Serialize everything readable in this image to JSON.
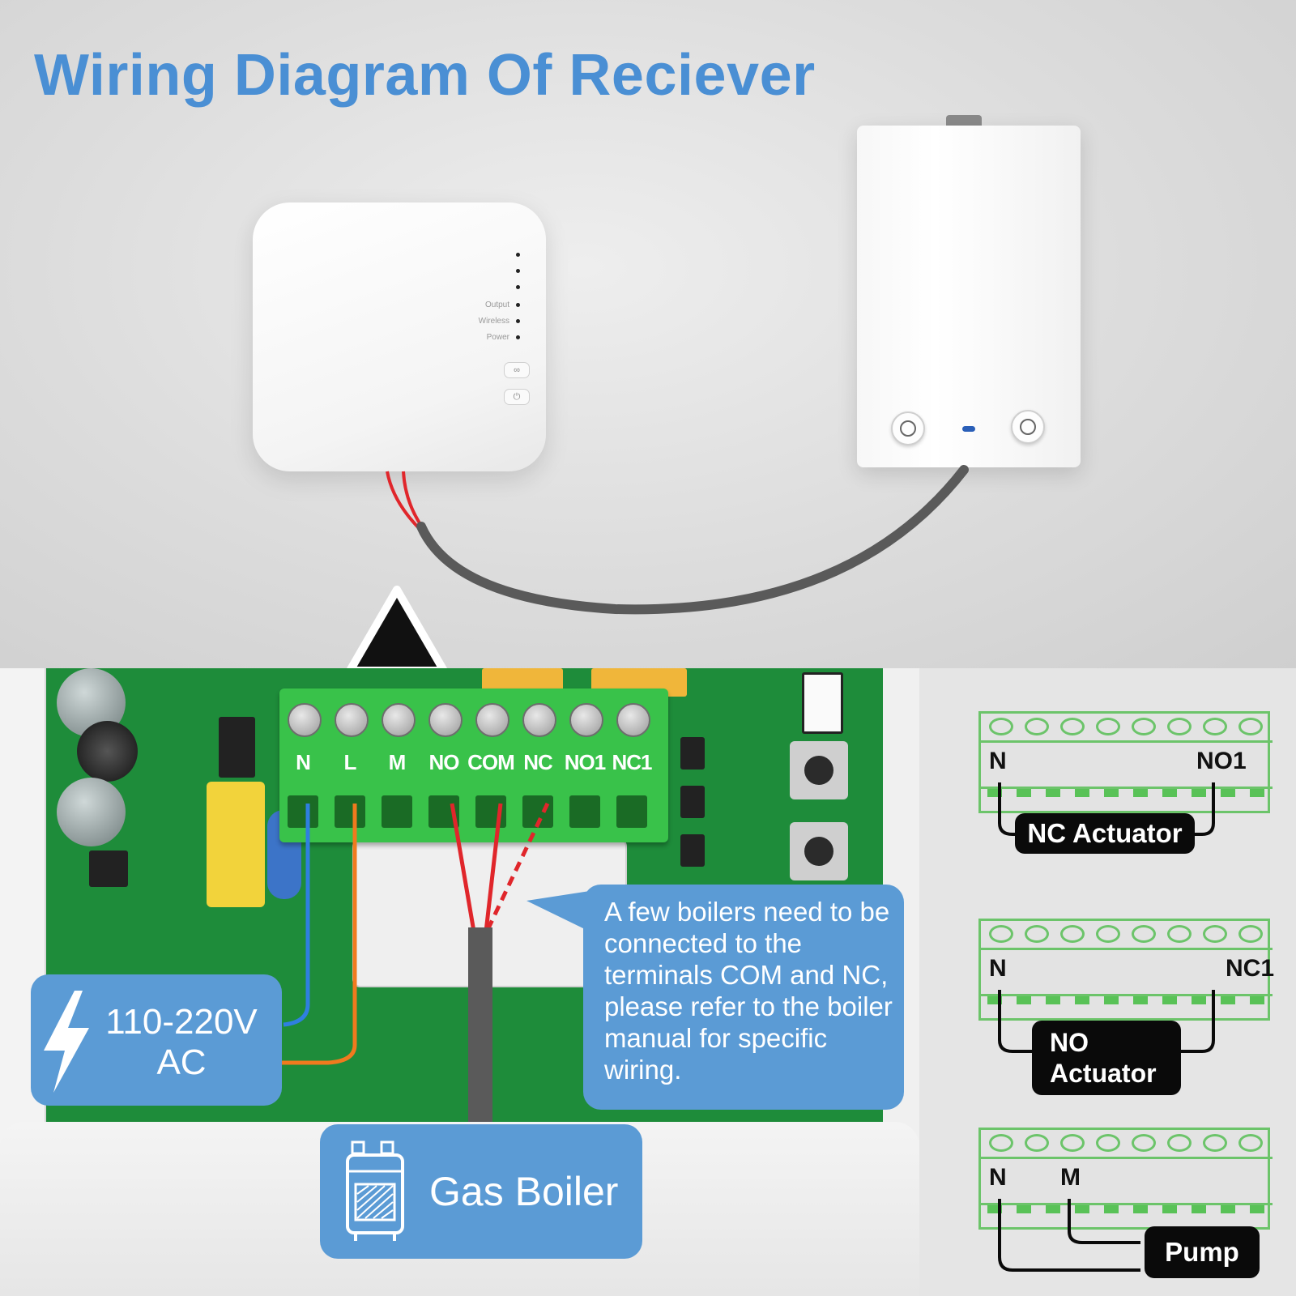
{
  "title": "Wiring Diagram Of Reciever",
  "receiver": {
    "led_labels": [
      "Output",
      "Wireless",
      "Power"
    ],
    "buttons": [
      "pair",
      "power"
    ]
  },
  "terminals": [
    "N",
    "L",
    "M",
    "NO",
    "COM",
    "NC",
    "NO1",
    "NC1"
  ],
  "callouts": {
    "voltage": "110-220V AC",
    "boiler": "Gas Boiler",
    "note": "A few boilers need to be connected to the terminals COM and NC, please refer to the boiler manual for specific wiring."
  },
  "mini_diagrams": [
    {
      "left_label": "N",
      "right_label": "NO1",
      "device": "NC Actuator"
    },
    {
      "left_label": "N",
      "right_label": "NC1",
      "device": "NO Actuator"
    },
    {
      "left_label": "N",
      "right_label": "M",
      "device": "Pump"
    }
  ],
  "colors": {
    "title": "#4a8fd4",
    "callout": "#5b9bd5",
    "terminal_green": "#39c24a",
    "mini_green": "#6cc46a",
    "wire_red": "#e0262b",
    "wire_blue": "#2f7fe0",
    "wire_orange": "#f07a1e",
    "cable_gray": "#5a5a5a"
  },
  "icons": [
    "lightning-icon",
    "gas-boiler-icon",
    "pair-icon",
    "power-icon"
  ]
}
